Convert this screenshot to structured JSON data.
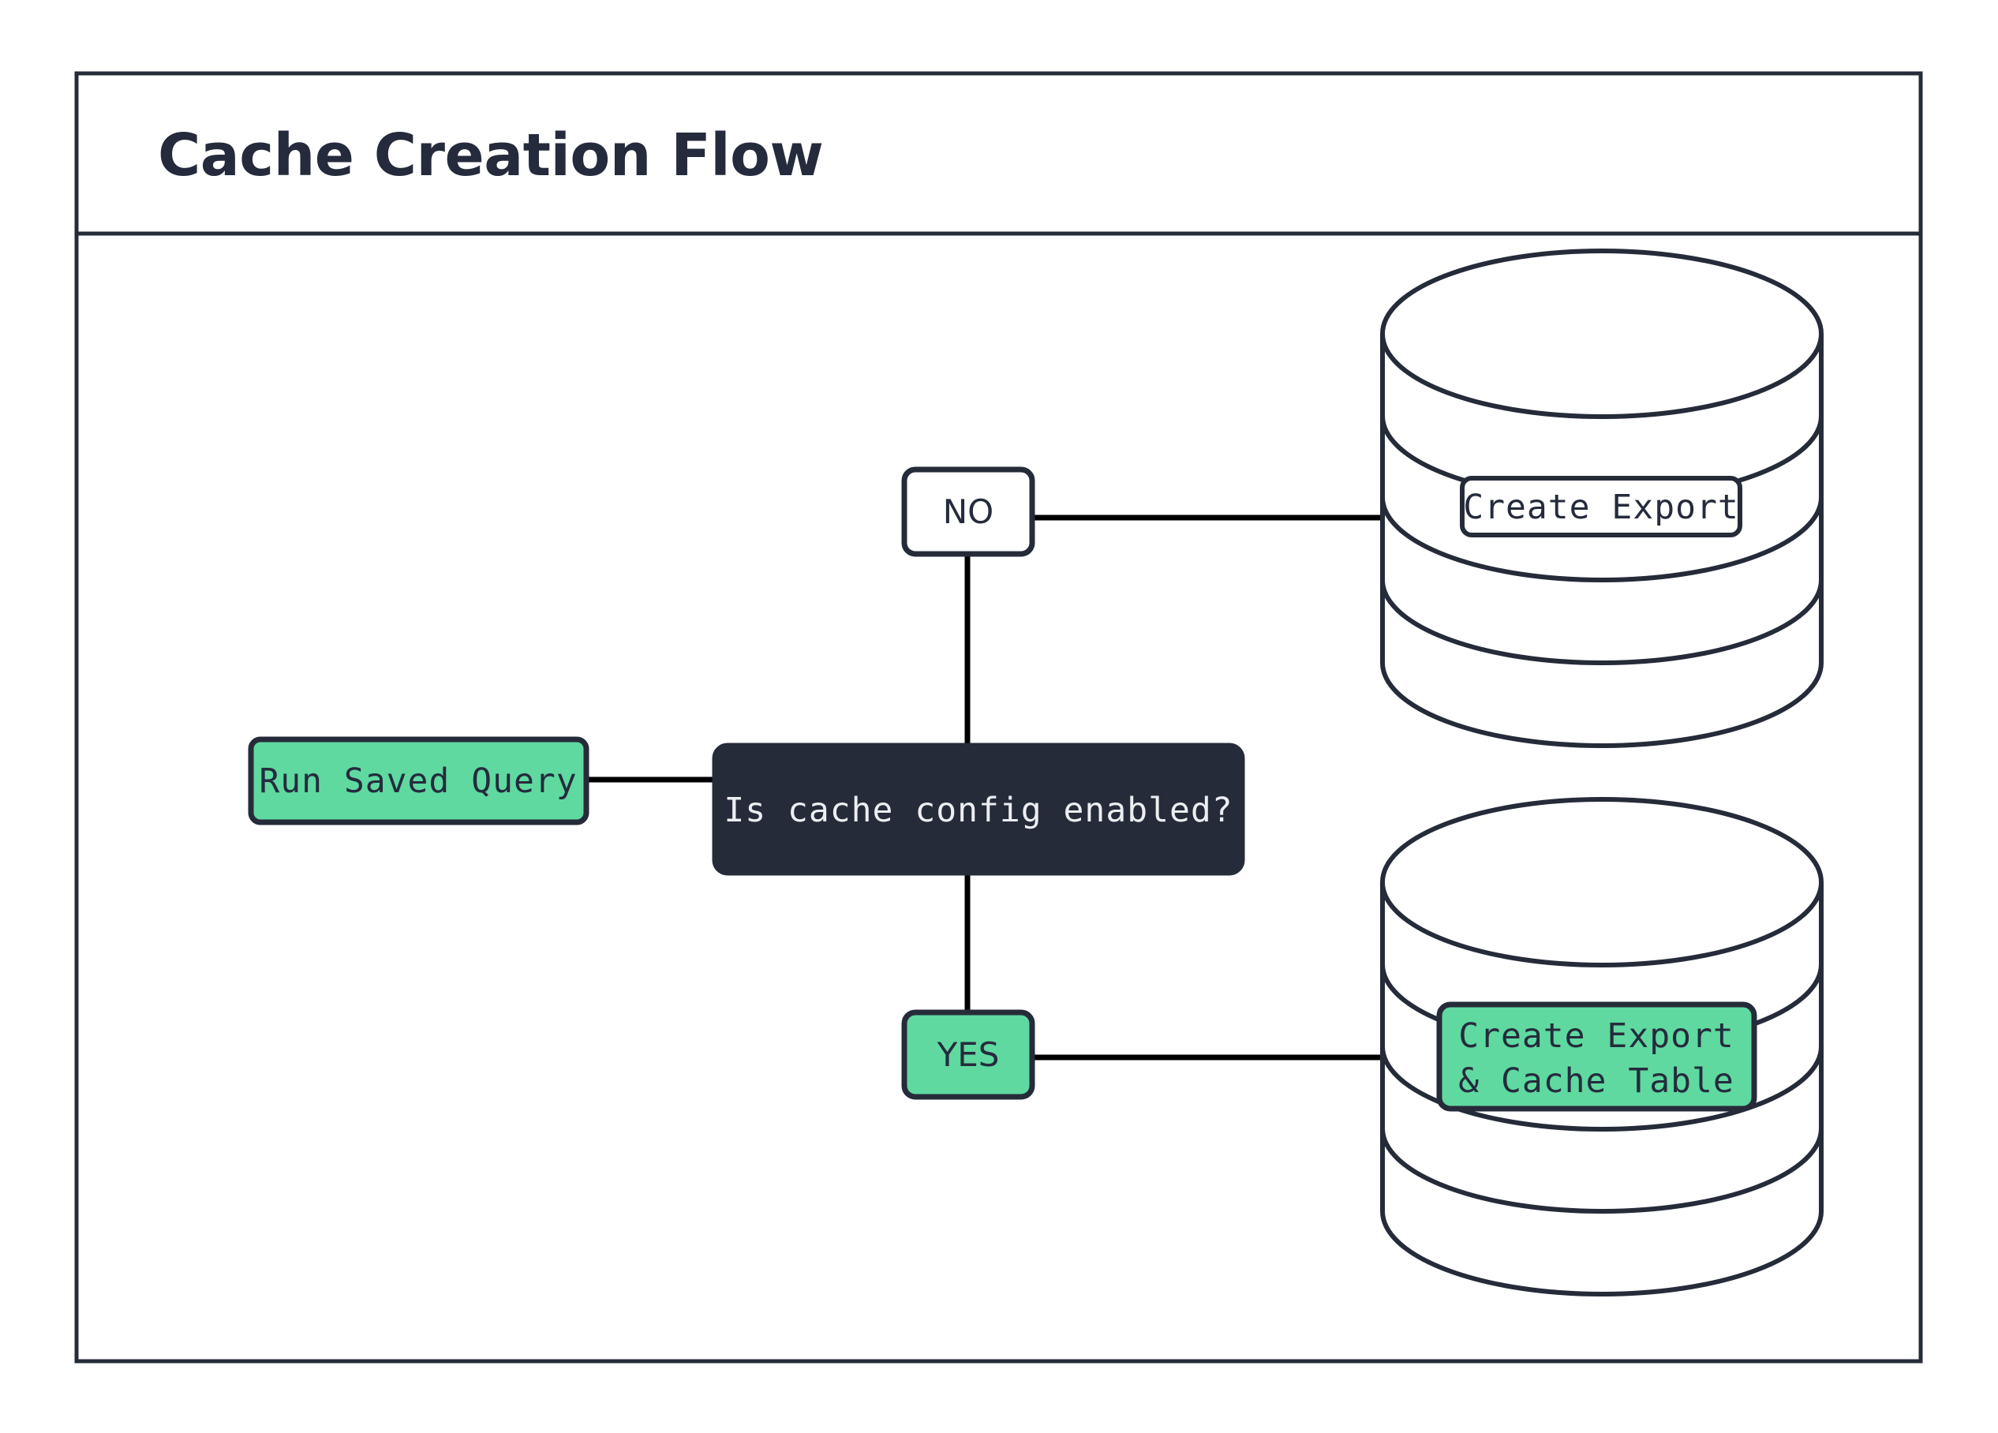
{
  "diagram": {
    "title": "Cache Creation Flow",
    "type": "flowchart",
    "colors": {
      "accent_green": "#5fd9a0",
      "dark_navy": "#262b3a",
      "text_light": "#eceef2",
      "frame_stroke": "#262b3a",
      "canvas": "#ffffff"
    },
    "nodes": [
      {
        "id": "run-saved-query",
        "label": "Run Saved Query",
        "shape": "rounded-rect",
        "style": "green",
        "font": "mono"
      },
      {
        "id": "cache-config-decision",
        "label": "Is cache config enabled?",
        "shape": "rounded-rect",
        "style": "dark",
        "font": "mono"
      },
      {
        "id": "branch-no",
        "label": "NO",
        "shape": "rounded-rect",
        "style": "white",
        "font": "sans"
      },
      {
        "id": "branch-yes",
        "label": "YES",
        "shape": "rounded-rect",
        "style": "green",
        "font": "sans"
      },
      {
        "id": "database-export",
        "label": "Create Export",
        "shape": "cylinder",
        "style": "white",
        "font": "mono"
      },
      {
        "id": "database-export-cache",
        "label_line_1": "Create Export",
        "label_line_2": "& Cache Table",
        "shape": "cylinder",
        "style": "green",
        "font": "mono"
      }
    ],
    "edges": [
      {
        "from": "run-saved-query",
        "to": "cache-config-decision",
        "label": ""
      },
      {
        "from": "cache-config-decision",
        "to": "branch-no",
        "label": ""
      },
      {
        "from": "branch-no",
        "to": "database-export",
        "label": ""
      },
      {
        "from": "cache-config-decision",
        "to": "branch-yes",
        "label": ""
      },
      {
        "from": "branch-yes",
        "to": "database-export-cache",
        "label": ""
      }
    ]
  }
}
